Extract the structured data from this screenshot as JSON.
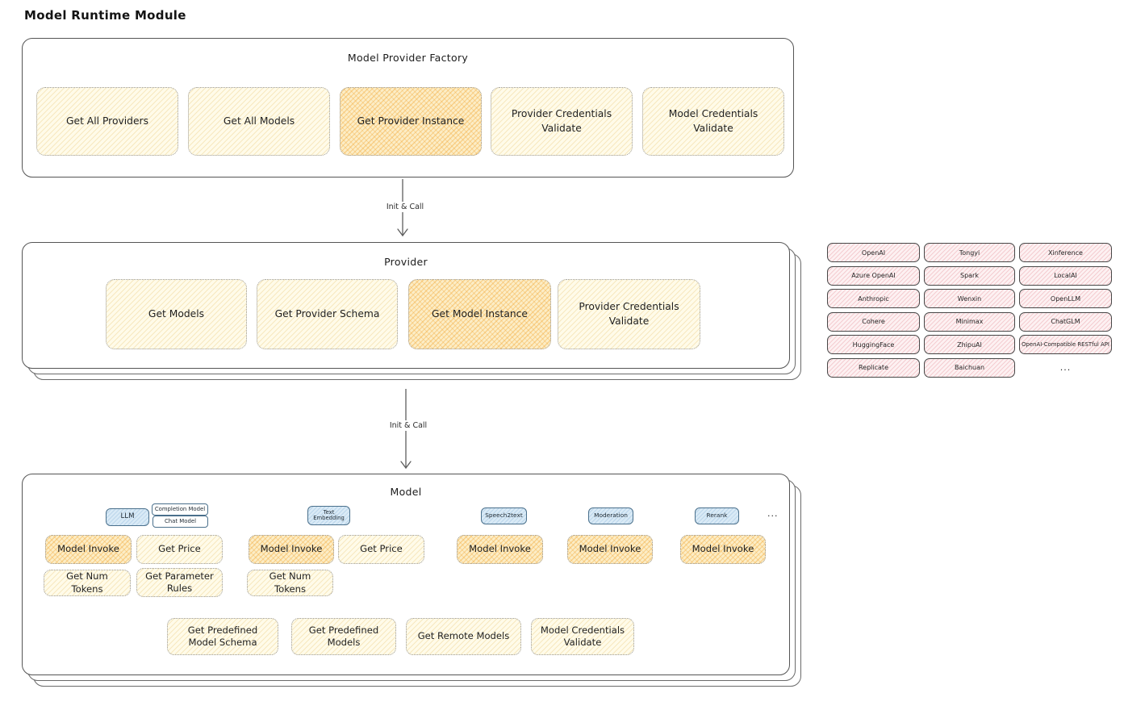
{
  "title": "Model Runtime Module",
  "factory": {
    "title": "Model Provider Factory",
    "items": [
      {
        "label": "Get All Providers",
        "highlight": false
      },
      {
        "label": "Get All Models",
        "highlight": false
      },
      {
        "label": "Get Provider Instance",
        "highlight": true
      },
      {
        "label": "Provider Credentials Validate",
        "highlight": false
      },
      {
        "label": "Model Credentials Validate",
        "highlight": false
      }
    ]
  },
  "arrows": {
    "first": "Init & Call",
    "second": "Init & Call"
  },
  "provider": {
    "title": "Provider",
    "items": [
      {
        "label": "Get Models",
        "highlight": false
      },
      {
        "label": "Get Provider Schema",
        "highlight": false
      },
      {
        "label": "Get Model Instance",
        "highlight": true
      },
      {
        "label": "Provider Credentials Validate",
        "highlight": false
      }
    ]
  },
  "provider_list": {
    "col1": [
      "OpenAI",
      "Azure OpenAI",
      "Anthropic",
      "Cohere",
      "HuggingFace",
      "Replicate"
    ],
    "col2": [
      "Tongyi",
      "Spark",
      "Wenxin",
      "Minimax",
      "ZhipuAI",
      "Baichuan"
    ],
    "col3": [
      "Xinference",
      "LocalAI",
      "OpenLLM",
      "ChatGLM",
      "OpenAI-Compatible RESTful API"
    ],
    "more": "..."
  },
  "model": {
    "title": "Model",
    "tags": {
      "llm": "LLM",
      "completion": "Completion Model",
      "chat": "Chat Model",
      "embedding": "Text Embedding",
      "speech": "Speech2text",
      "moderation": "Moderation",
      "rerank": "Rerank",
      "more": "..."
    },
    "row1": [
      "Model Invoke",
      "Get Price",
      "Model Invoke",
      "Get Price",
      "Model Invoke",
      "Model Invoke",
      "Model Invoke"
    ],
    "row2": [
      "Get Num Tokens",
      "Get Parameter Rules",
      "Get Num Tokens"
    ],
    "row3": [
      "Get Predefined Model Schema",
      "Get Predefined Models",
      "Get Remote Models",
      "Model Credentials Validate"
    ]
  },
  "colors": {
    "node_fill": "#fffbe9",
    "node_hatch": "#e6c169",
    "highlight_fill": "#fcedc6",
    "highlight_hatch": "#f2a634",
    "provider_pill_fill": "#fdf1f2",
    "provider_pill_hatch": "#e2808a",
    "tag_fill": "#d9eaf6",
    "tag_border": "#4a708c",
    "outline": "#555555"
  }
}
